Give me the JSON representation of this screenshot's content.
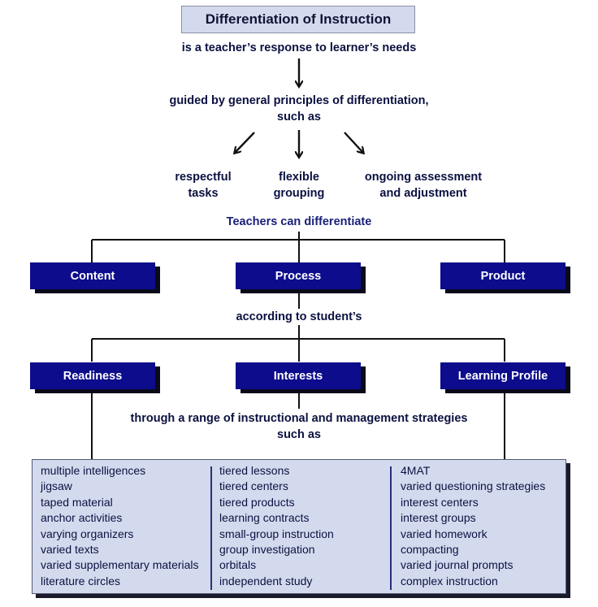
{
  "title": "Differentiation of Instruction",
  "definition": "is a teacher’s response to learner’s needs",
  "principles_intro": {
    "line1": "guided by general principles of differentiation,",
    "line2": "such as"
  },
  "principles": [
    {
      "line1": "respectful",
      "line2": "tasks"
    },
    {
      "line1": "flexible",
      "line2": "grouping"
    },
    {
      "line1": "ongoing assessment",
      "line2": "and adjustment"
    }
  ],
  "differentiate_label": "Teachers can differentiate",
  "differentiate_items": [
    "Content",
    "Process",
    "Product"
  ],
  "according_label": "according to student’s",
  "student_traits": [
    "Readiness",
    "Interests",
    "Learning Profile"
  ],
  "strategies_intro": {
    "line1": "through a range of instructional and management strategies",
    "line2": "such as"
  },
  "strategies": {
    "col1": [
      "multiple intelligences",
      "jigsaw",
      "taped material",
      "anchor activities",
      "varying organizers",
      "varied texts",
      "varied supplementary materials",
      "literature circles"
    ],
    "col2": [
      "tiered lessons",
      "tiered centers",
      "tiered products",
      "learning contracts",
      "small-group instruction",
      "group investigation",
      "orbitals",
      "independent study"
    ],
    "col3": [
      "4MAT",
      "varied questioning strategies",
      "interest centers",
      "interest groups",
      "varied homework",
      "compacting",
      "varied journal prompts",
      "complex instruction"
    ]
  },
  "colors": {
    "box_fill": "#0c0c8c",
    "panel_fill": "#d4daee",
    "text": "#0b1140"
  }
}
